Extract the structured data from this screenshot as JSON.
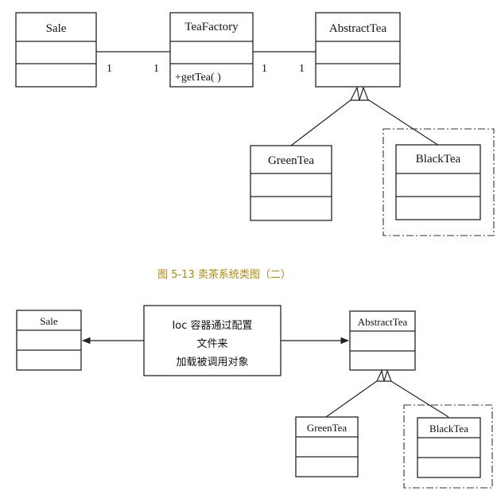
{
  "diagram1": {
    "sale": "Sale",
    "tea_factory": "TeaFactory",
    "get_tea_method": "+getTea( )",
    "abstract_tea": "AbstractTea",
    "green_tea": "GreenTea",
    "black_tea": "BlackTea",
    "multiplicity": {
      "sale_side": "1",
      "factory_left": "1",
      "factory_right": "1",
      "abstract_side": "1"
    }
  },
  "caption": "图 5-13  卖茶系统类图（二）",
  "diagram2": {
    "sale": "Sale",
    "ioc_note": [
      "Ioc 容器通过配置",
      "文件来",
      "加载被调用对象"
    ],
    "abstract_tea": "AbstractTea",
    "green_tea": "GreenTea",
    "black_tea": "BlackTea"
  },
  "colors": {
    "caption": "#b8860b",
    "line": "#222222"
  }
}
